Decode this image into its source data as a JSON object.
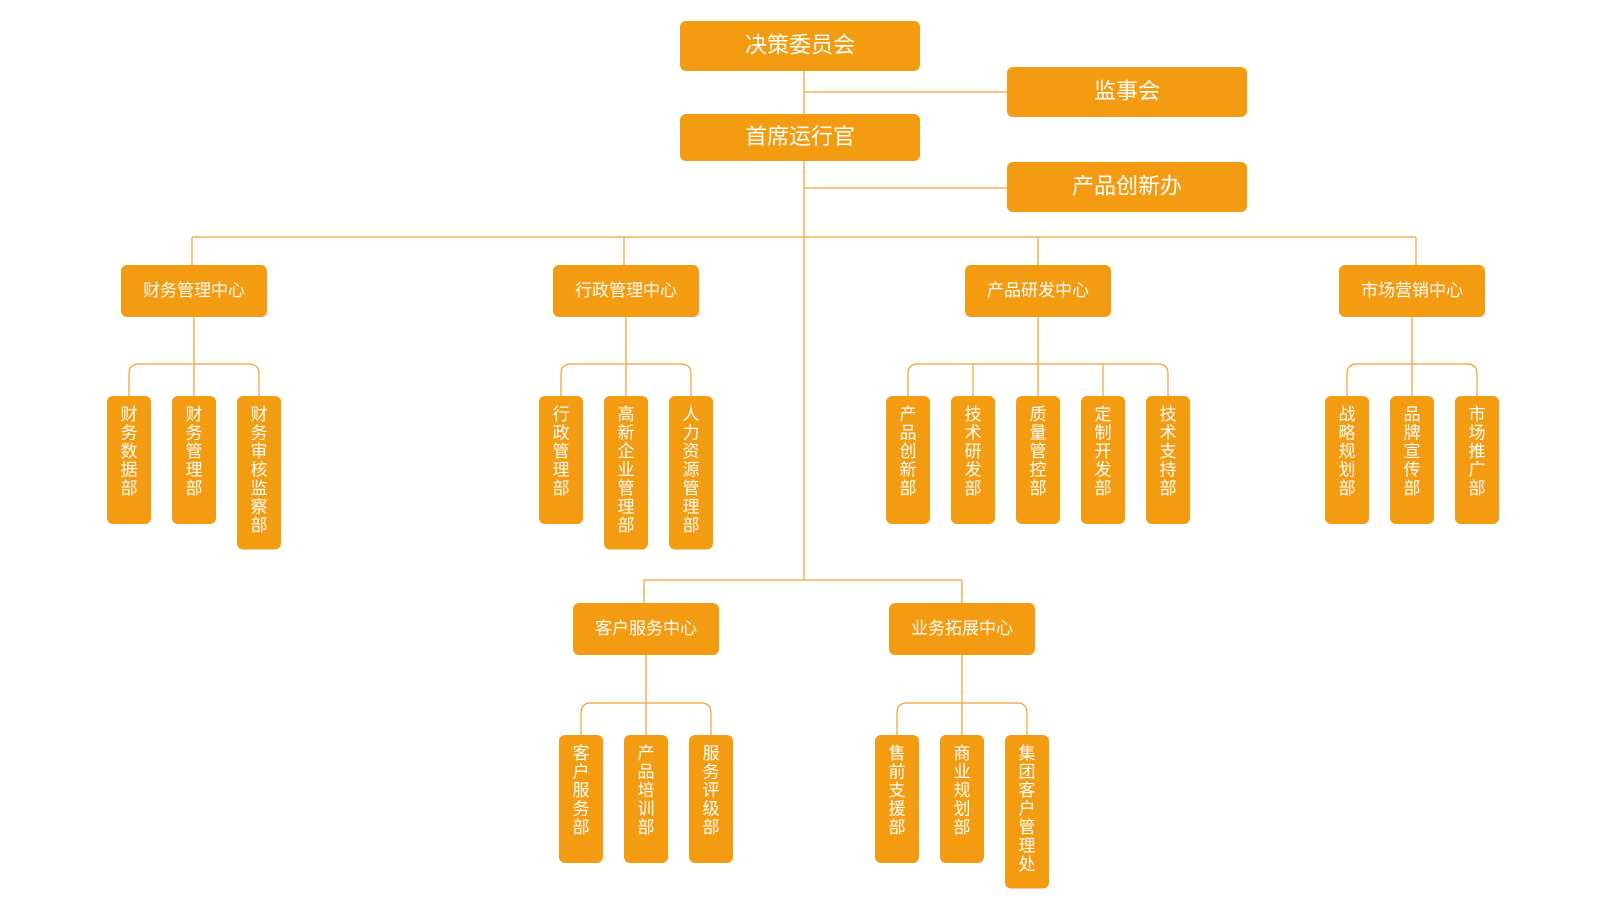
{
  "colors": {
    "box": "#f39c12",
    "line": "#f0a030",
    "text": "#ffffff"
  },
  "top": {
    "board": "决策委员会",
    "supervisory": "监事会",
    "coo": "首席运行官",
    "innovation_office": "产品创新办"
  },
  "centers": [
    {
      "name": "财务管理中心",
      "departments": [
        "财务数据部",
        "财务管理部",
        "财务审核监察部"
      ]
    },
    {
      "name": "行政管理中心",
      "departments": [
        "行政管理部",
        "高新企业管理部",
        "人力资源管理部"
      ]
    },
    {
      "name": "产品研发中心",
      "departments": [
        "产品创新部",
        "技术研发部",
        "质量管控部",
        "定制开发部",
        "技术支持部"
      ]
    },
    {
      "name": "市场营销中心",
      "departments": [
        "战略规划部",
        "品牌宣传部",
        "市场推广部"
      ]
    },
    {
      "name": "客户服务中心",
      "departments": [
        "客户服务部",
        "产品培训部",
        "服务评级部"
      ]
    },
    {
      "name": "业务拓展中心",
      "departments": [
        "售前支援部",
        "商业规划部",
        "集团客户管理处"
      ]
    }
  ]
}
